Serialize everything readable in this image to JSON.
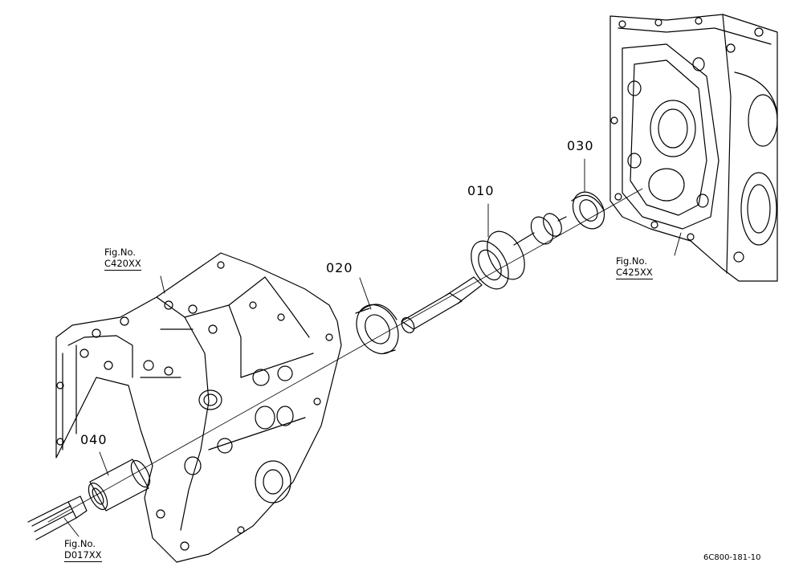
{
  "parts": {
    "p010": "010",
    "p020": "020",
    "p030": "030",
    "p040": "040"
  },
  "figure_refs": {
    "left_case": {
      "title": "Fig.No.",
      "code": "C420XX"
    },
    "right_case": {
      "title": "Fig.No.",
      "code": "C425XX"
    },
    "shaft": {
      "title": "Fig.No.",
      "code": "D017XX"
    }
  },
  "drawing_code": "6C800-181-10",
  "colors": {
    "ink": "#000000",
    "paper": "#ffffff"
  }
}
